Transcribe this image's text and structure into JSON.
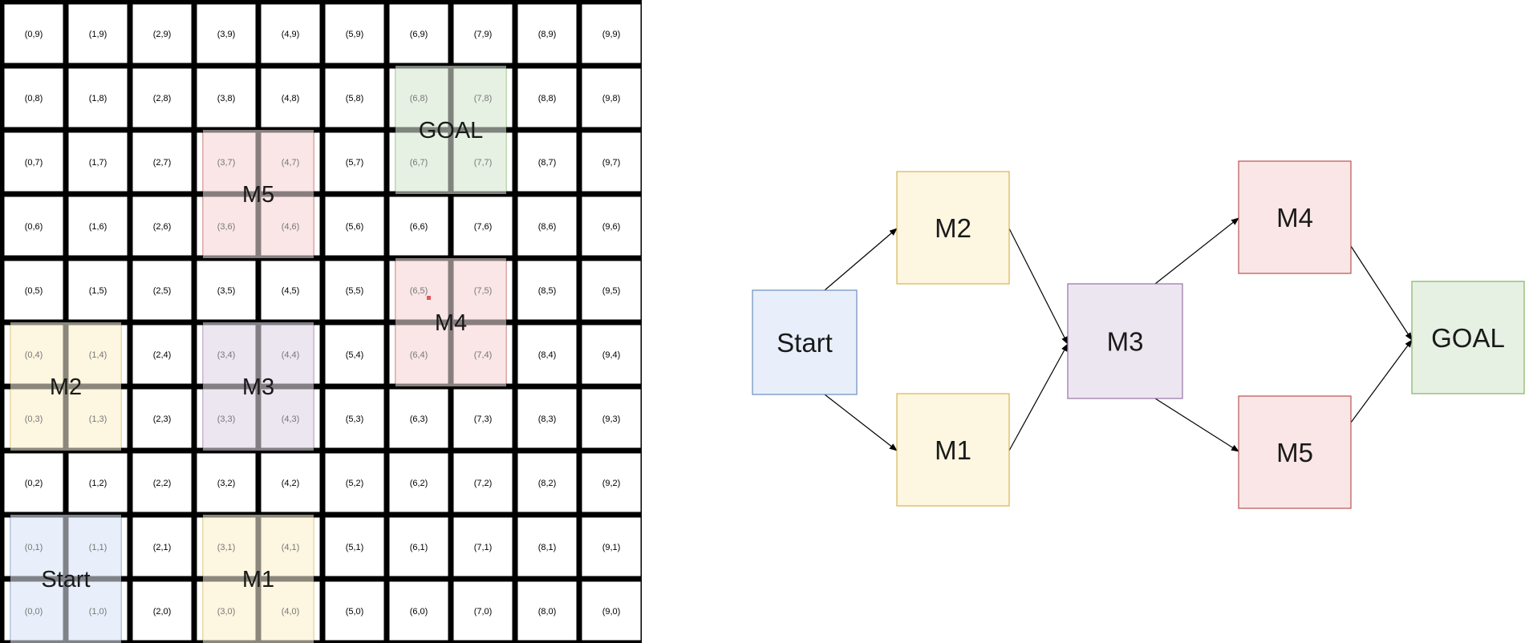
{
  "grid": {
    "cols": 10,
    "rows": 10,
    "zones": [
      {
        "id": "start",
        "label": "Start",
        "cells": [
          [
            0,
            0
          ],
          [
            1,
            0
          ],
          [
            0,
            1
          ],
          [
            1,
            1
          ]
        ],
        "fill": "#e8effa",
        "stroke": "#6c8ebf"
      },
      {
        "id": "m1",
        "label": "M1",
        "cells": [
          [
            3,
            0
          ],
          [
            4,
            0
          ],
          [
            3,
            1
          ],
          [
            4,
            1
          ]
        ],
        "fill": "#fdf6e0",
        "stroke": "#d6b656"
      },
      {
        "id": "m2",
        "label": "M2",
        "cells": [
          [
            0,
            3
          ],
          [
            1,
            3
          ],
          [
            0,
            4
          ],
          [
            1,
            4
          ]
        ],
        "fill": "#fdf6e0",
        "stroke": "#d6b656"
      },
      {
        "id": "m3",
        "label": "M3",
        "cells": [
          [
            3,
            3
          ],
          [
            4,
            3
          ],
          [
            3,
            4
          ],
          [
            4,
            4
          ]
        ],
        "fill": "#ece6f1",
        "stroke": "#9673a6"
      },
      {
        "id": "m4",
        "label": "M4",
        "cells": [
          [
            6,
            4
          ],
          [
            7,
            4
          ],
          [
            6,
            5
          ],
          [
            7,
            5
          ]
        ],
        "fill": "#fae6e6",
        "stroke": "#b85450"
      },
      {
        "id": "m5",
        "label": "M5",
        "cells": [
          [
            3,
            6
          ],
          [
            4,
            6
          ],
          [
            3,
            7
          ],
          [
            4,
            7
          ]
        ],
        "fill": "#fae6e6",
        "stroke": "#b85450"
      },
      {
        "id": "goal",
        "label": "GOAL",
        "cells": [
          [
            6,
            7
          ],
          [
            7,
            7
          ],
          [
            6,
            8
          ],
          [
            7,
            8
          ]
        ],
        "fill": "#e7f1e3",
        "stroke": "#82b366"
      }
    ]
  },
  "graph": {
    "nodes": [
      {
        "id": "start",
        "label": "Start",
        "fill": "#e8effa",
        "stroke": "#6c8ebf"
      },
      {
        "id": "m2",
        "label": "M2",
        "fill": "#fdf6e0",
        "stroke": "#d6b656"
      },
      {
        "id": "m1",
        "label": "M1",
        "fill": "#fdf6e0",
        "stroke": "#d6b656"
      },
      {
        "id": "m3",
        "label": "M3",
        "fill": "#ece6f1",
        "stroke": "#9673a6"
      },
      {
        "id": "m4",
        "label": "M4",
        "fill": "#fae6e6",
        "stroke": "#b85450"
      },
      {
        "id": "m5",
        "label": "M5",
        "fill": "#fae6e6",
        "stroke": "#b85450"
      },
      {
        "id": "goal",
        "label": "GOAL",
        "fill": "#e7f1e3",
        "stroke": "#82b366"
      }
    ],
    "edges": [
      [
        "start",
        "m2"
      ],
      [
        "start",
        "m1"
      ],
      [
        "m2",
        "m3"
      ],
      [
        "m1",
        "m3"
      ],
      [
        "m3",
        "m4"
      ],
      [
        "m3",
        "m5"
      ],
      [
        "m4",
        "goal"
      ],
      [
        "m5",
        "goal"
      ]
    ]
  }
}
